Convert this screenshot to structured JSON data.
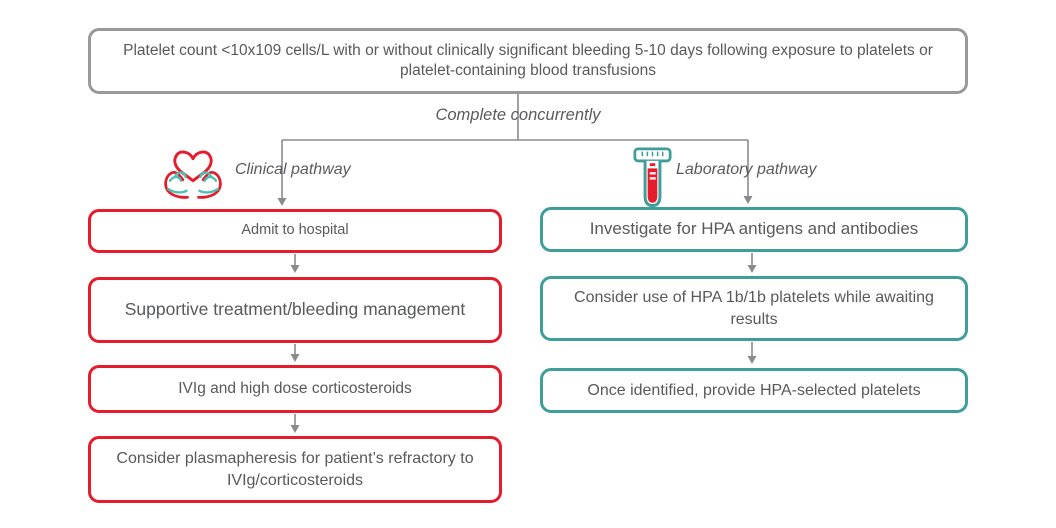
{
  "colors": {
    "clinical_red": "#e51c2c",
    "laboratory_teal": "#3f9e99",
    "criteria_border_gray": "#97999b",
    "text_gray": "#58595b",
    "connector_gray": "#8a8b8d",
    "hands_teal": "#4cc0b4"
  },
  "criteria": {
    "text": "Platelet count <10x109 cells/L with or without clinically significant bleeding 5-10 days following exposure to platelets or platelet-containing blood transfusions"
  },
  "concurrent_label": "Complete concurrently",
  "clinical": {
    "label": "Clinical pathway",
    "icon": "heart-in-hands-icon",
    "steps": [
      "Admit to hospital",
      "Supportive treatment/bleeding management",
      "IVIg and high dose corticosteroids",
      "Consider plasmapheresis for patient’s refractory to IVIg/corticosteroids"
    ]
  },
  "laboratory": {
    "label": "Laboratory pathway",
    "icon": "blood-test-tube-icon",
    "steps": [
      "Investigate for HPA antigens and antibodies",
      "Consider use of HPA 1b/1b platelets while awaiting results",
      "Once identified, provide HPA-selected platelets"
    ]
  }
}
